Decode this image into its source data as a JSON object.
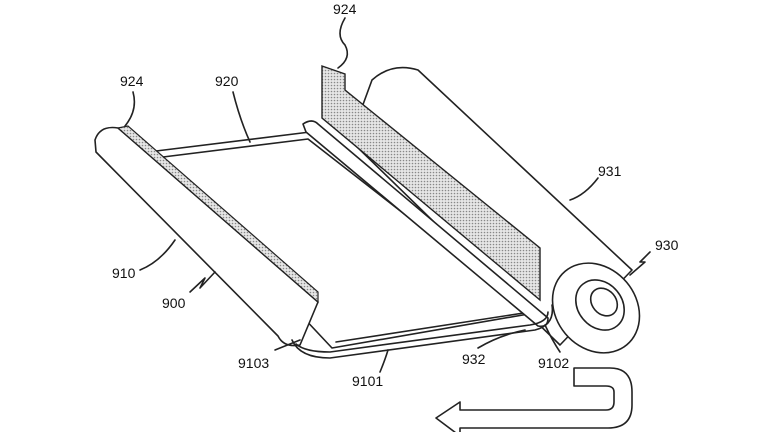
{
  "figure": {
    "labels": {
      "sheet_top": "924",
      "sheet_left": "924",
      "panel": "920",
      "roller_body": "931",
      "roller_assembly": "930",
      "left_roller": "910",
      "device": "900",
      "left_fold": "9103",
      "bottom_edge": "9101",
      "rod": "932",
      "right_fold": "9102"
    },
    "colors": {
      "line": "#222222",
      "shade": "#c8c8c8"
    }
  }
}
